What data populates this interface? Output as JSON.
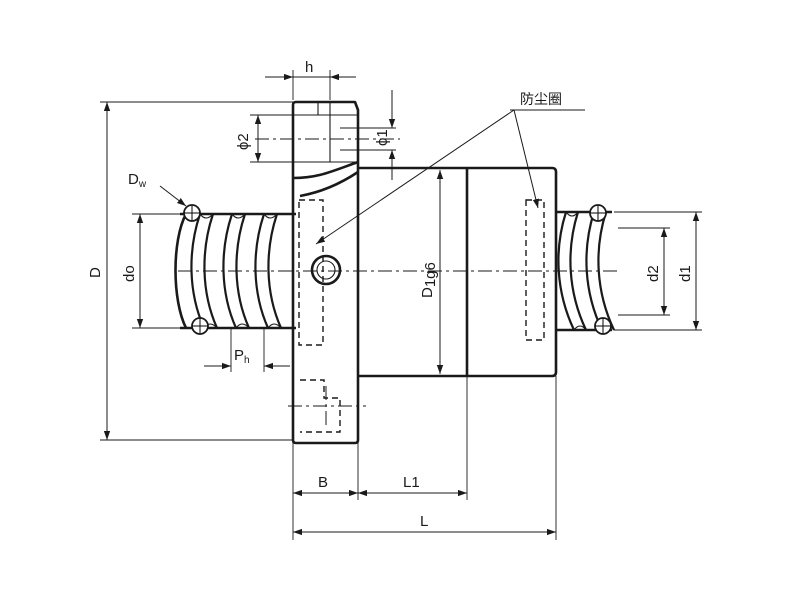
{
  "diagram": {
    "labels": {
      "h": "h",
      "phi2": "ϕ2",
      "phi1": "ϕ1",
      "dw_main": "D",
      "dw_sub": "w",
      "d_outer": "D",
      "d0": "do",
      "dust_seal": "防尘圈",
      "d1g6_main": "D",
      "d1g6_sub": "1g6",
      "ph_main": "P",
      "ph_sub": "h",
      "d2": "d2",
      "d1": "d1",
      "b": "B",
      "l1": "L1",
      "l": "L"
    }
  }
}
